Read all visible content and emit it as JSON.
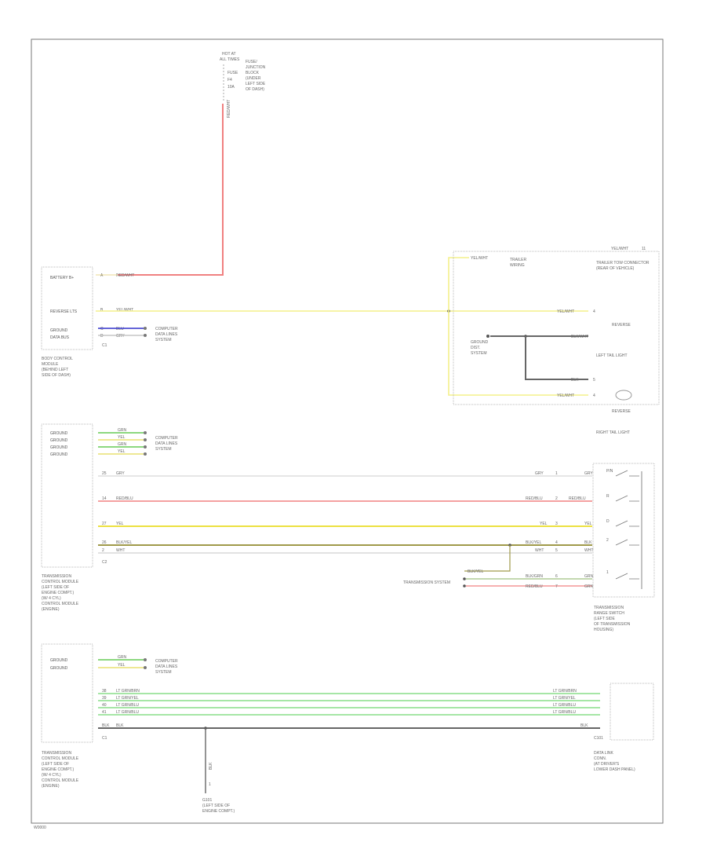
{
  "diagram": {
    "fuse": {
      "lines": [
        "HOT AT",
        "ALL TIMES",
        "FUSE",
        "F4",
        "10A"
      ],
      "note": [
        "FUSE/",
        "JUNCTION",
        "BLOCK",
        "(UNDER",
        "LEFT SIDE",
        "OF DASH)"
      ],
      "wire_label": "RED/WHT"
    },
    "bcm": {
      "pins": [
        "BATTERY B+",
        "REVERSE LTS",
        "GROUND",
        "DATA BUS"
      ],
      "pin_nums": [
        "A",
        "B",
        "C",
        "D"
      ],
      "colors": [
        "RED/WHT",
        "YEL/WHT",
        "BLU",
        "GRY"
      ],
      "sub": "C1",
      "caption": [
        "BODY CONTROL",
        "MODULE",
        "(BEHIND LEFT",
        "SIDE OF DASH)"
      ],
      "ref": [
        "COMPUTER",
        "DATA LINES",
        "SYSTEM"
      ]
    },
    "trailer": {
      "top_label": "YEL/WHT",
      "top_num": "11",
      "color": "YEL/WHT",
      "ref": [
        "TRAILER",
        "WIRING"
      ],
      "caption": [
        "TRAILER TOW CONNECTOR",
        "(REAR OF VEHICLE)"
      ]
    },
    "left_tail": {
      "color_in": "YEL/WHT",
      "num_in": "4",
      "lamp": "REVERSE",
      "caption": "LEFT TAIL LIGHT",
      "gnd_color": "BLK/WHT",
      "gnd_note": [
        "GROUND",
        "DIST.",
        "SYSTEM"
      ]
    },
    "right_tail": {
      "color_in": "YEL/WHT",
      "num_in": "4",
      "gnd_color": "BLK",
      "gnd_num": "5",
      "lamp": "REVERSE",
      "caption": "RIGHT TAIL LIGHT"
    },
    "tcm": {
      "pins": [
        "GROUND",
        "GROUND",
        "GROUND",
        "GROUND"
      ],
      "data_colors": [
        "GRN",
        "YEL",
        "GRN",
        "YEL"
      ],
      "ref": [
        "COMPUTER",
        "DATA LINES",
        "SYSTEM"
      ],
      "wires": [
        {
          "num": "25",
          "color": "GRY",
          "end_color": "GRY",
          "end_num": "1",
          "sw_color": "GRY"
        },
        {
          "num": "14",
          "color": "RED/BLU",
          "end_color": "RED/BLU",
          "end_num": "2",
          "sw_color": "RED/BLU"
        },
        {
          "num": "27",
          "color": "YEL",
          "end_color": "YEL",
          "end_num": "3",
          "sw_color": "YEL"
        },
        {
          "num": "26",
          "color": "BLK/YEL",
          "end_color": "BLK/YEL",
          "end_num": "4",
          "sw_color": "BLK"
        },
        {
          "num": "2",
          "color": "WHT",
          "end_color": "WHT",
          "end_num": "5",
          "sw_color": "WHT"
        }
      ],
      "sub": "C2",
      "caption": [
        "TRANSMISSION",
        "CONTROL MODULE",
        "(LEFT SIDE OF",
        "ENGINE COMPT.)",
        "(W/ 4 CYL)",
        "CONTROL MODULE",
        "(ENGINE)"
      ]
    },
    "trans_system": {
      "label": "TRANSMISSION SYSTEM",
      "node": "BLK/YEL",
      "wires": [
        {
          "color": "BLK/GRN",
          "num": "6",
          "sw_color": "GRN"
        },
        {
          "color": "RED/BLU",
          "num": "7",
          "sw_color": "GRN"
        }
      ]
    },
    "range_sw": {
      "labels": [
        "P/N",
        "R",
        "D",
        "2",
        "1"
      ],
      "caption": [
        "TRANSMISSION",
        "RANGE SWITCH",
        "(LEFT SIDE",
        "OF TRANSMISSION",
        "HOUSING)"
      ]
    },
    "pcm": {
      "pins": [
        "GROUND",
        "GROUND"
      ],
      "colors": [
        "GRN",
        "YEL"
      ],
      "ref": [
        "COMPUTER",
        "DATA LINES",
        "SYSTEM"
      ],
      "wires": [
        {
          "num": "38",
          "color": "LT GRN/BRN"
        },
        {
          "num": "39",
          "color": "LT GRN/YEL"
        },
        {
          "num": "40",
          "color": "LT GRN/BLU"
        },
        {
          "num": "41",
          "color": "LT GRN/BLU"
        },
        {
          "num": "BLK",
          "color": "BLK"
        }
      ],
      "end_colors": [
        "LT GRN/BRN",
        "LT GRN/YEL",
        "LT GRN/BLU",
        "LT GRN/BLU",
        "BLK"
      ],
      "sub": "C1",
      "caption": [
        "TRANSMISSION",
        "CONTROL MODULE",
        "(LEFT SIDE OF",
        "ENGINE COMPT.)",
        "(W/ 4 CYL)",
        "CONTROL MODULE",
        "(ENGINE)"
      ],
      "gnd_label": "BLK",
      "gnd_num": "1",
      "gnd_caption": [
        "G101",
        "(LEFT SIDE OF",
        "ENGINE COMPT.)"
      ]
    },
    "dlc": {
      "caption": [
        "DATA LINK",
        "CONN.",
        "(AT DRIVER'S",
        "LOWER DASH PANEL)"
      ],
      "num": "C101"
    },
    "footer": "W0000"
  }
}
